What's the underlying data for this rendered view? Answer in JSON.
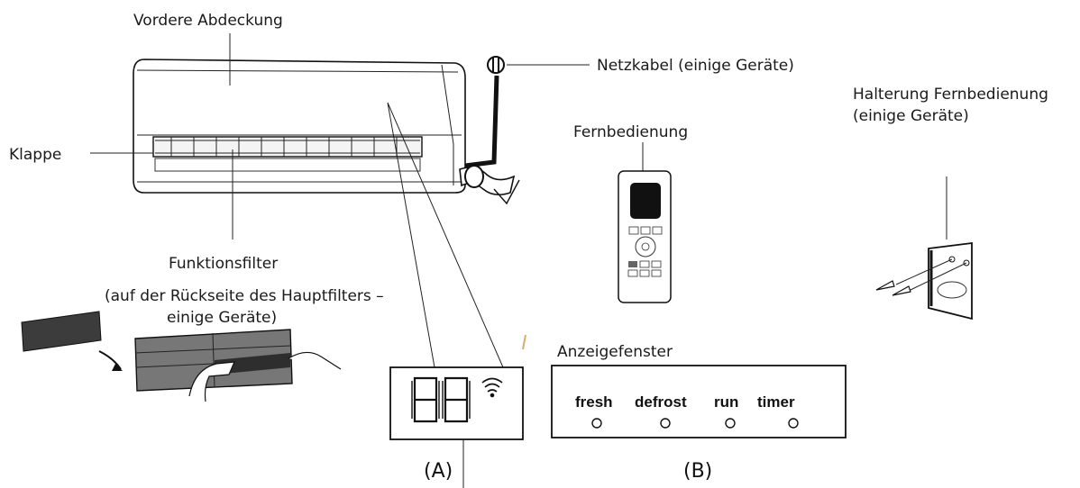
{
  "labels": {
    "front_cover": "Vordere Abdeckung",
    "power_cable": "Netzkabel (einige Geräte)",
    "flap": "Klappe",
    "remote": "Fernbedienung",
    "remote_holder_line1": "Halterung Fernbedienung",
    "remote_holder_line2": "(einige Geräte)",
    "filter_line1": "Funktionsfilter",
    "filter_line2": "(auf der Rückseite des Hauptfilters –",
    "filter_line3": "einige Geräte)",
    "display_window": "Anzeigefenster",
    "panel_a": "(A)",
    "panel_b": "(B)"
  },
  "display_b_indicators": [
    "fresh",
    "defrost",
    "run",
    "timer"
  ]
}
